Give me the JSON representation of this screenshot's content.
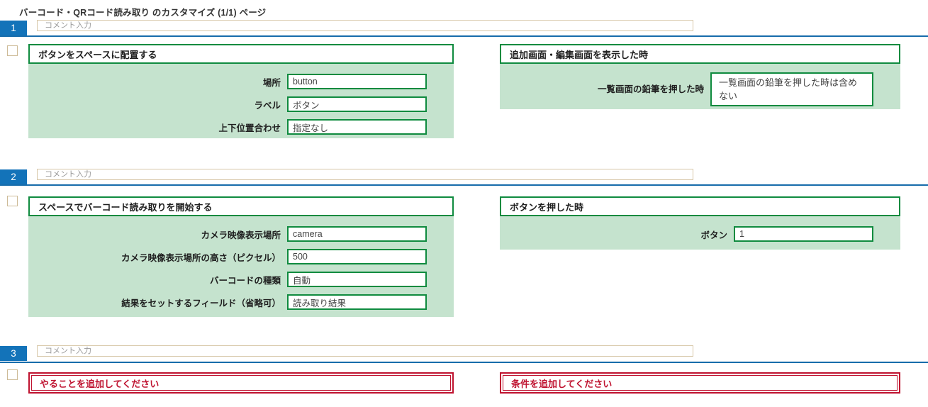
{
  "page": {
    "title": "バーコード・QRコード読み取り のカスタマイズ (1/1) ページ"
  },
  "comment_placeholder": "コメント入力",
  "colors": {
    "badge_blue": "#1373b9",
    "divider_blue": "#176cab",
    "green_border": "#0f8b3f",
    "green_bg": "#c5e3ce",
    "error_red": "#bf1330",
    "tan_border": "#d7c7a8"
  },
  "sections": [
    {
      "number": "1",
      "action": {
        "title": "ボタンをスペースに配置する",
        "fields": [
          {
            "label": "場所",
            "value": "button"
          },
          {
            "label": "ラベル",
            "value": "ボタン"
          },
          {
            "label": "上下位置合わせ",
            "value": "指定なし"
          }
        ]
      },
      "condition": {
        "title": "追加画面・編集画面を表示した時",
        "fields": [
          {
            "label": "一覧画面の鉛筆を押した時",
            "value": "一覧画面の鉛筆を押した時は含めない"
          }
        ]
      }
    },
    {
      "number": "2",
      "action": {
        "title": "スペースでバーコード読み取りを開始する",
        "fields": [
          {
            "label": "カメラ映像表示場所",
            "value": "camera"
          },
          {
            "label": "カメラ映像表示場所の高さ（ピクセル）",
            "value": "500"
          },
          {
            "label": "バーコードの種類",
            "value": "自動"
          },
          {
            "label": "結果をセットするフィールド（省略可）",
            "value": "読み取り結果"
          }
        ]
      },
      "condition": {
        "title": "ボタンを押した時",
        "fields": [
          {
            "label": "ボタン",
            "value": "1"
          }
        ]
      }
    },
    {
      "number": "3",
      "action_placeholder": "やることを追加してください",
      "condition_placeholder": "条件を追加してください"
    }
  ]
}
